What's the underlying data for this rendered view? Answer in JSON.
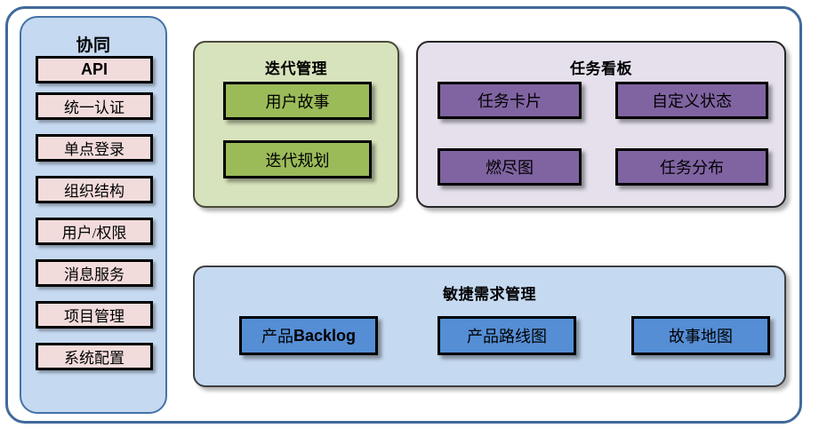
{
  "diagram": {
    "title": "",
    "colors": {
      "frame_border": "#41699b",
      "sidebar_fill": "#c5d9f1",
      "sidebar_item_fill": "#f2dcdb",
      "green_panel_fill": "#d7e3bc",
      "green_box_fill": "#9bbb59",
      "purple_panel_fill": "#e5e0ec",
      "purple_box_fill": "#8064a2",
      "blue_panel_fill": "#c5d9f1",
      "blue_box_fill": "#558ed5"
    }
  },
  "sidebar": {
    "title": "协同",
    "items": [
      {
        "label": "API"
      },
      {
        "label": "统一认证"
      },
      {
        "label": "单点登录"
      },
      {
        "label": "组织结构"
      },
      {
        "label": "用户/权限"
      },
      {
        "label": "消息服务"
      },
      {
        "label": "项目管理"
      },
      {
        "label": "系统配置"
      }
    ]
  },
  "iteration_panel": {
    "title": "迭代管理",
    "boxes": [
      {
        "label": "用户故事"
      },
      {
        "label": "迭代规划"
      }
    ]
  },
  "taskboard_panel": {
    "title": "任务看板",
    "boxes": [
      {
        "label": "任务卡片"
      },
      {
        "label": "自定义状态"
      },
      {
        "label": "燃尽图"
      },
      {
        "label": "任务分布"
      }
    ]
  },
  "requirements_panel": {
    "title": "敏捷需求管理",
    "boxes": [
      {
        "label_cn": "产品",
        "label_en": "Backlog"
      },
      {
        "label_cn": "产品路线图",
        "label_en": ""
      },
      {
        "label_cn": "故事地图",
        "label_en": ""
      }
    ]
  }
}
